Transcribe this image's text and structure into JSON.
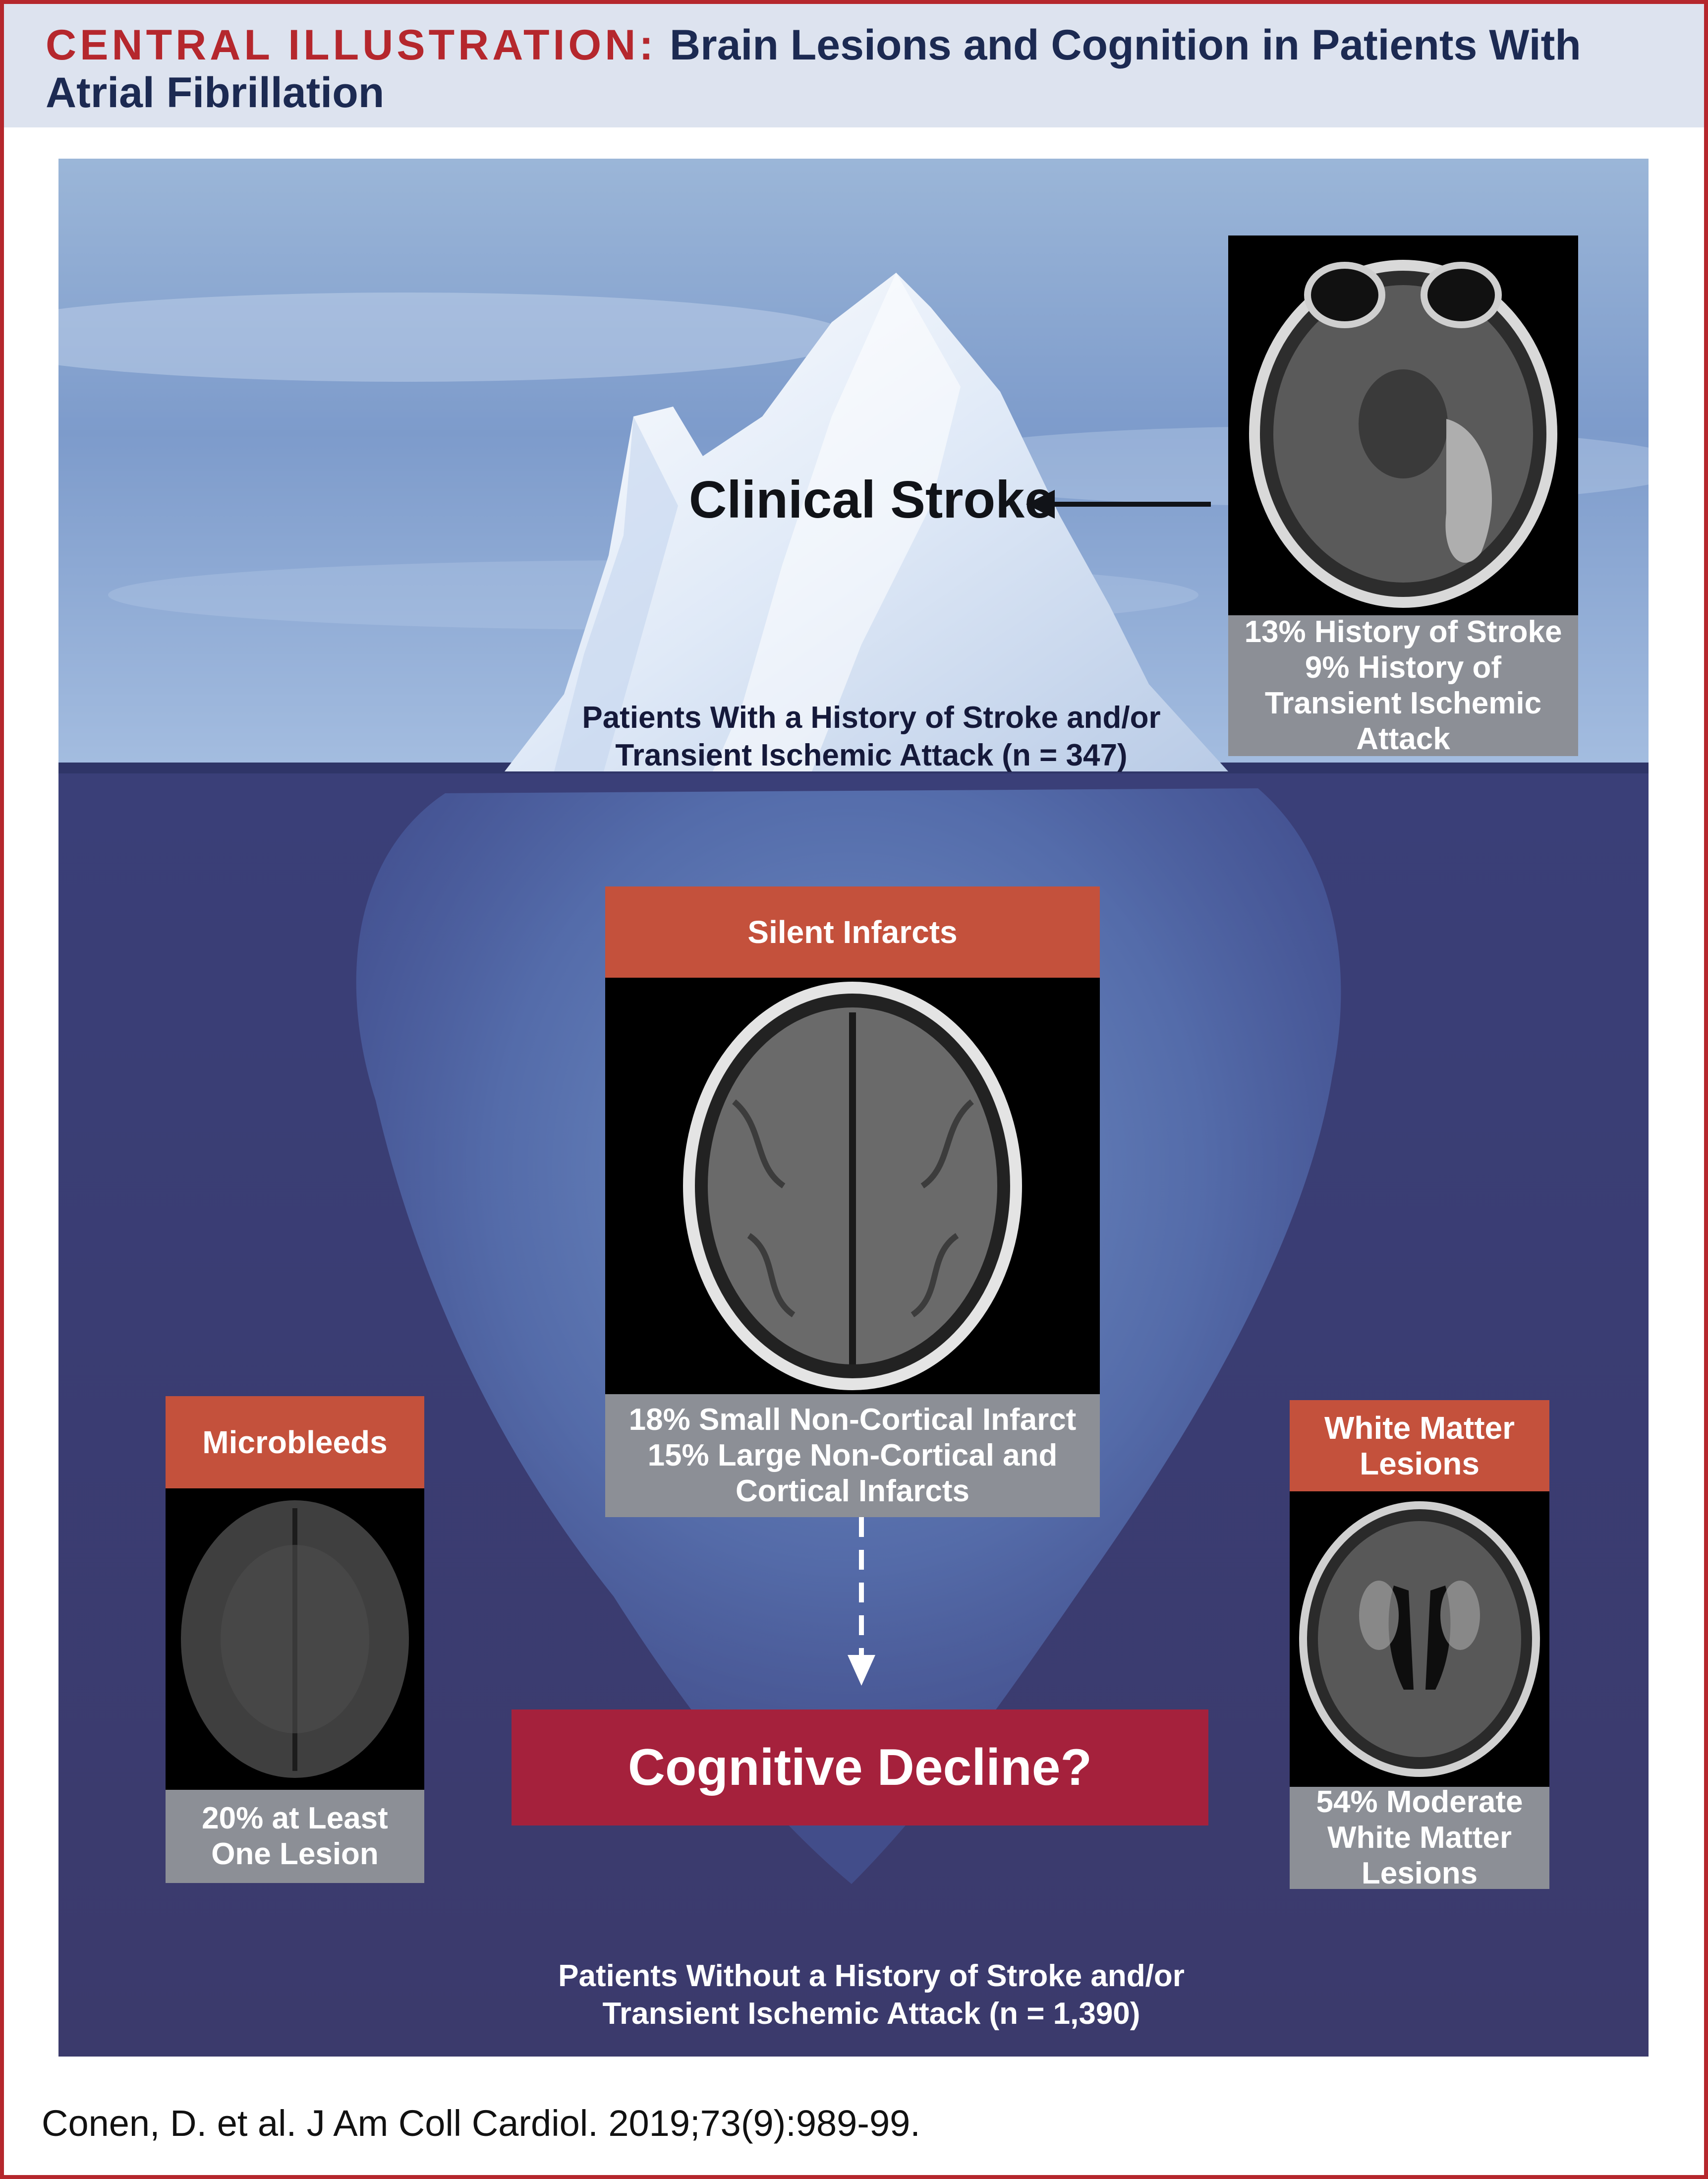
{
  "header": {
    "label": "CENTRAL ILLUSTRATION:",
    "title_line1": "Brain Lesions and Cognition in Patients With",
    "title_line2": "Atrial Fibrillation"
  },
  "above_water": {
    "clinical_stroke": "Clinical Stroke",
    "patients_line1": "Patients With a History of Stroke and/or",
    "patients_line2": "Transient Ischemic Attack (n = 347)",
    "scan_panel": {
      "line1": "13% History of Stroke",
      "line2": "9% History of",
      "line3": "Transient Ischemic",
      "line4": "Attack"
    }
  },
  "below_water": {
    "silent_infarcts": {
      "title": "Silent Infarcts",
      "line1": "18% Small Non-Cortical Infarct",
      "line2": "15%  Large Non-Cortical and",
      "line3": "Cortical Infarcts"
    },
    "microbleeds": {
      "title": "Microbleeds",
      "line1": "20% at Least",
      "line2": "One Lesion"
    },
    "white_matter": {
      "title_line1": "White Matter",
      "title_line2": "Lesions",
      "line1": "54% Moderate",
      "line2": "White Matter",
      "line3": "Lesions"
    },
    "cognitive": "Cognitive Decline?",
    "patients_line1": "Patients Without a History of Stroke and/or",
    "patients_line2": "Transient Ischemic Attack (n = 1,390)"
  },
  "citation": "Conen, D. et al. J Am Coll Cardiol. 2019;73(9):989-99.",
  "colors": {
    "accent_red": "#b5272d",
    "panel_orange": "#c4513c",
    "cognitive_red": "#a5213c",
    "deep_water": "#3b3b6a",
    "header_bg": "#dde3ef"
  }
}
